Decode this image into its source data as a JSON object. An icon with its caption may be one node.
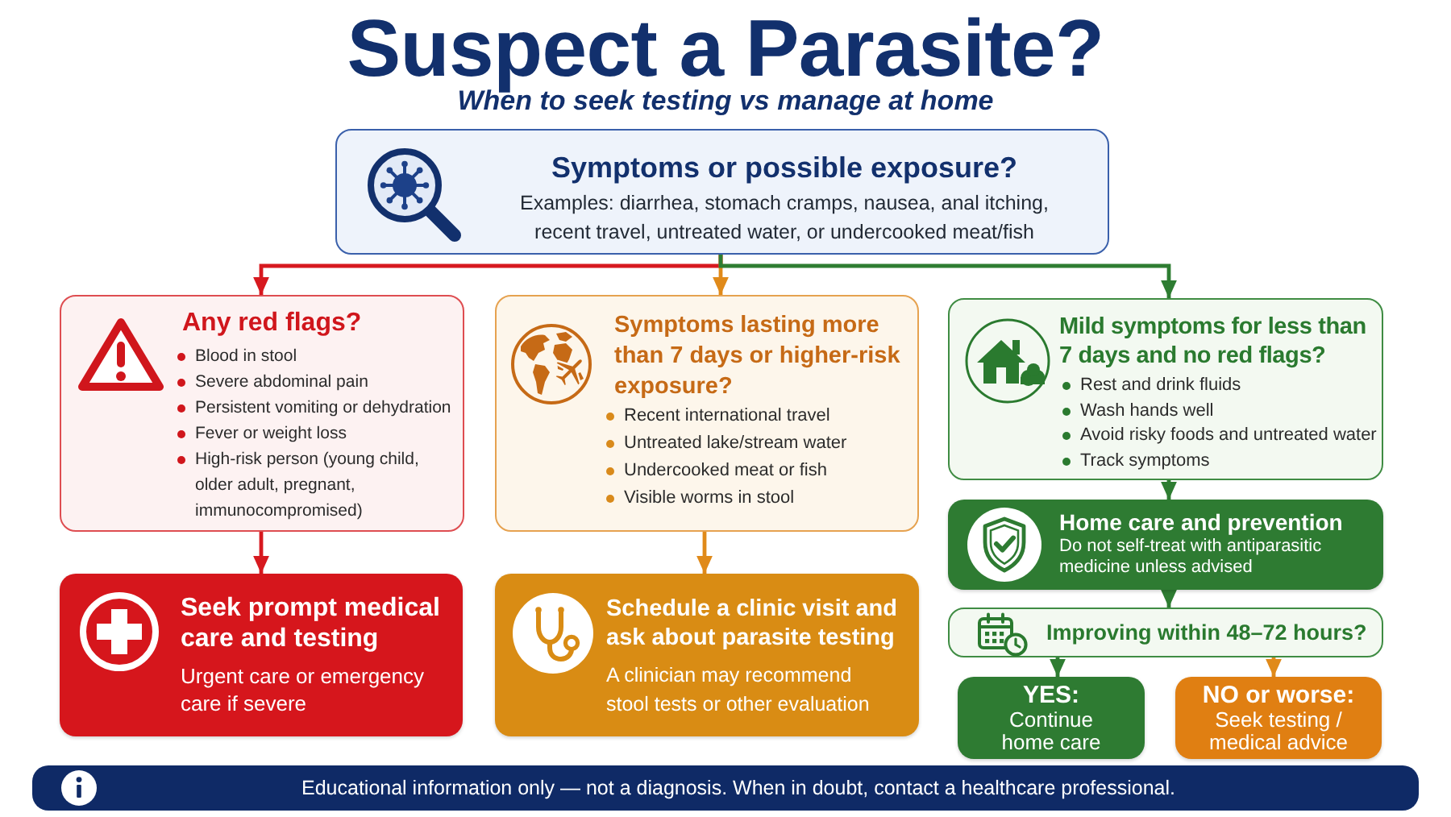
{
  "diagram": {
    "title": "Suspect a Parasite?",
    "nodes": [
      {
        "text": [
          "Symptoms or possible exposure?",
          "Examples: diarrhea, stomach cramps, nausea, anal itching, recent travel, untreated water, or undercooked meat/fish"
        ]
      },
      {
        "text": [
          "Any red flags?",
          "Blood in stool",
          "Severe abdominal pain",
          "Persistent vomiting or dehydration",
          "Fever or weight loss",
          "High-risk person (young child, older adult, pregnant, immunocompromised)"
        ]
      },
      {
        "text": [
          "Seek prompt medical care and testing",
          "Urgent care or emergency care if severe"
        ]
      },
      {
        "text": [
          "Symptoms lasting more than 7 days or higher-risk exposure?",
          "Recent international travel",
          "Untreated lake/stream water",
          "Undercooked meat or fish",
          "Visible worms in stool"
        ]
      },
      {
        "text": [
          "Schedule a clinic visit and ask about parasite testing",
          "A clinician may recommend stool tests or other evaluation"
        ]
      },
      {
        "text": [
          "Mild symptoms for less than 7 days and no red flags?",
          "Rest and drink fluids",
          "Wash hands well",
          "Avoid risky foods and untreated water",
          "Track symptoms"
        ]
      },
      {
        "text": [
          "Home care and prevention",
          "Do not self-treat with antiparasitic medicine unless advised"
        ]
      },
      {
        "text": [
          "Improving within 48–72 hours?"
        ]
      },
      {
        "text": [
          "YES:",
          "Continue home care"
        ]
      },
      {
        "text": [
          "NO or worse:",
          "Seek testing / medical advice"
        ]
      }
    ],
    "edges": [
      {
        "from": 0,
        "to": 1,
        "arrow": "to",
        "color": "#d7191f"
      },
      {
        "from": 0,
        "to": 3,
        "arrow": "to",
        "color": "#e08a1a"
      },
      {
        "from": 0,
        "to": 5,
        "arrow": "to"
      },
      {
        "from": 1,
        "to": 2,
        "arrow": "to",
        "color": "#d7191f"
      },
      {
        "from": 3,
        "to": 4,
        "arrow": "to",
        "color": "#e08a1a"
      },
      {
        "from": 5,
        "to": 6,
        "arrow": "to"
      },
      {
        "from": 6,
        "to": 7,
        "arrow": "to"
      },
      {
        "from": 7,
        "to": 8,
        "arrow": "to"
      },
      {
        "from": 7,
        "to": 9,
        "arrow": "to",
        "color": "#e08a1a"
      }
    ],
    "labels": [
      "When to seek testing vs manage at home",
      "Educational information only — not a diagnosis. When in doubt, contact a healthcare professional."
    ]
  }
}
